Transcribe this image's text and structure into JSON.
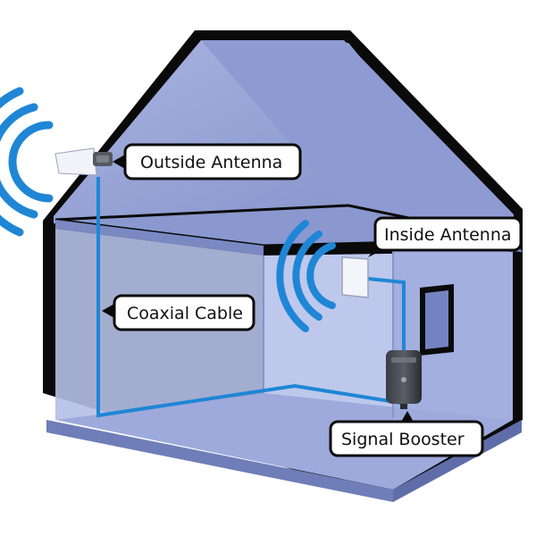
{
  "labels": {
    "outside_antenna": "Outside Antenna",
    "inside_antenna": "Inside Antenna",
    "coaxial_cable": "Coaxial Cable",
    "signal_booster": "Signal Booster"
  },
  "colors": {
    "signal": "#1f86d6",
    "cable": "#1f86d6",
    "house_outline": "#0a0a0a",
    "wall": "#9aa7d6",
    "roof": "#8a98cf",
    "floor": "#93a2d4",
    "interior": "#b6c0e4"
  },
  "icons": {
    "outside_antenna": "panel-antenna-icon",
    "inside_antenna": "dome-antenna-icon",
    "signal_booster": "booster-device-icon",
    "signal_waves": "signal-waves-icon"
  }
}
